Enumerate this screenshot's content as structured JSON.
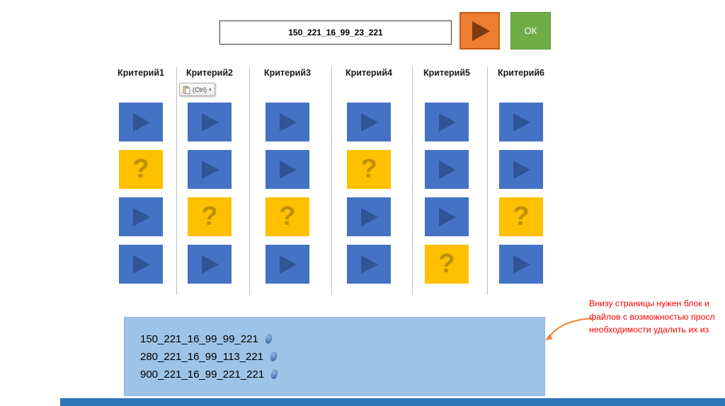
{
  "toolbar": {
    "input_value": "150_221_16_99_23_221",
    "ok_label": "ОК"
  },
  "icons": {
    "question_mark": "?",
    "paste_ctrl_label": "(Ctrl)",
    "paste_dropdown_arrow": "▾"
  },
  "colors": {
    "cell_blue": "#4472C4",
    "cell_triangle": "#2F5597",
    "cell_orange": "#FFC000",
    "question_color": "#BF8F00",
    "play_button_bg": "#ED7D31",
    "play_button_triangle": "#7E3A10",
    "ok_button_bg": "#70AD47",
    "panel_bg": "#9DC3E6",
    "bottom_bar": "#2E75B6",
    "annotation_red": "#FF0000",
    "arrow_orange": "#ED7D31"
  },
  "grid": {
    "columns": [
      {
        "label": "Критерий1",
        "cells": [
          "play",
          "question",
          "play",
          "play"
        ]
      },
      {
        "label": "Критерий2",
        "cells": [
          "play",
          "play",
          "question",
          "play"
        ],
        "has_paste_popup": true
      },
      {
        "label": "Критерий3",
        "cells": [
          "play",
          "play",
          "question",
          "play"
        ]
      },
      {
        "label": "Критерий4",
        "cells": [
          "play",
          "question",
          "play",
          "play"
        ]
      },
      {
        "label": "Критерий5",
        "cells": [
          "play",
          "play",
          "play",
          "question"
        ]
      },
      {
        "label": "Критерий6",
        "cells": [
          "play",
          "play",
          "question",
          "play"
        ]
      }
    ]
  },
  "file_panel": {
    "items": [
      "150_221_16_99_99_221",
      "280_221_16_99_113_221",
      "900_221_16_99_221_221"
    ]
  },
  "annotation": {
    "lines": [
      "Внизу страницы нужен блок и",
      "файлов с возможностью просл",
      "необходимости удалить их из"
    ]
  }
}
